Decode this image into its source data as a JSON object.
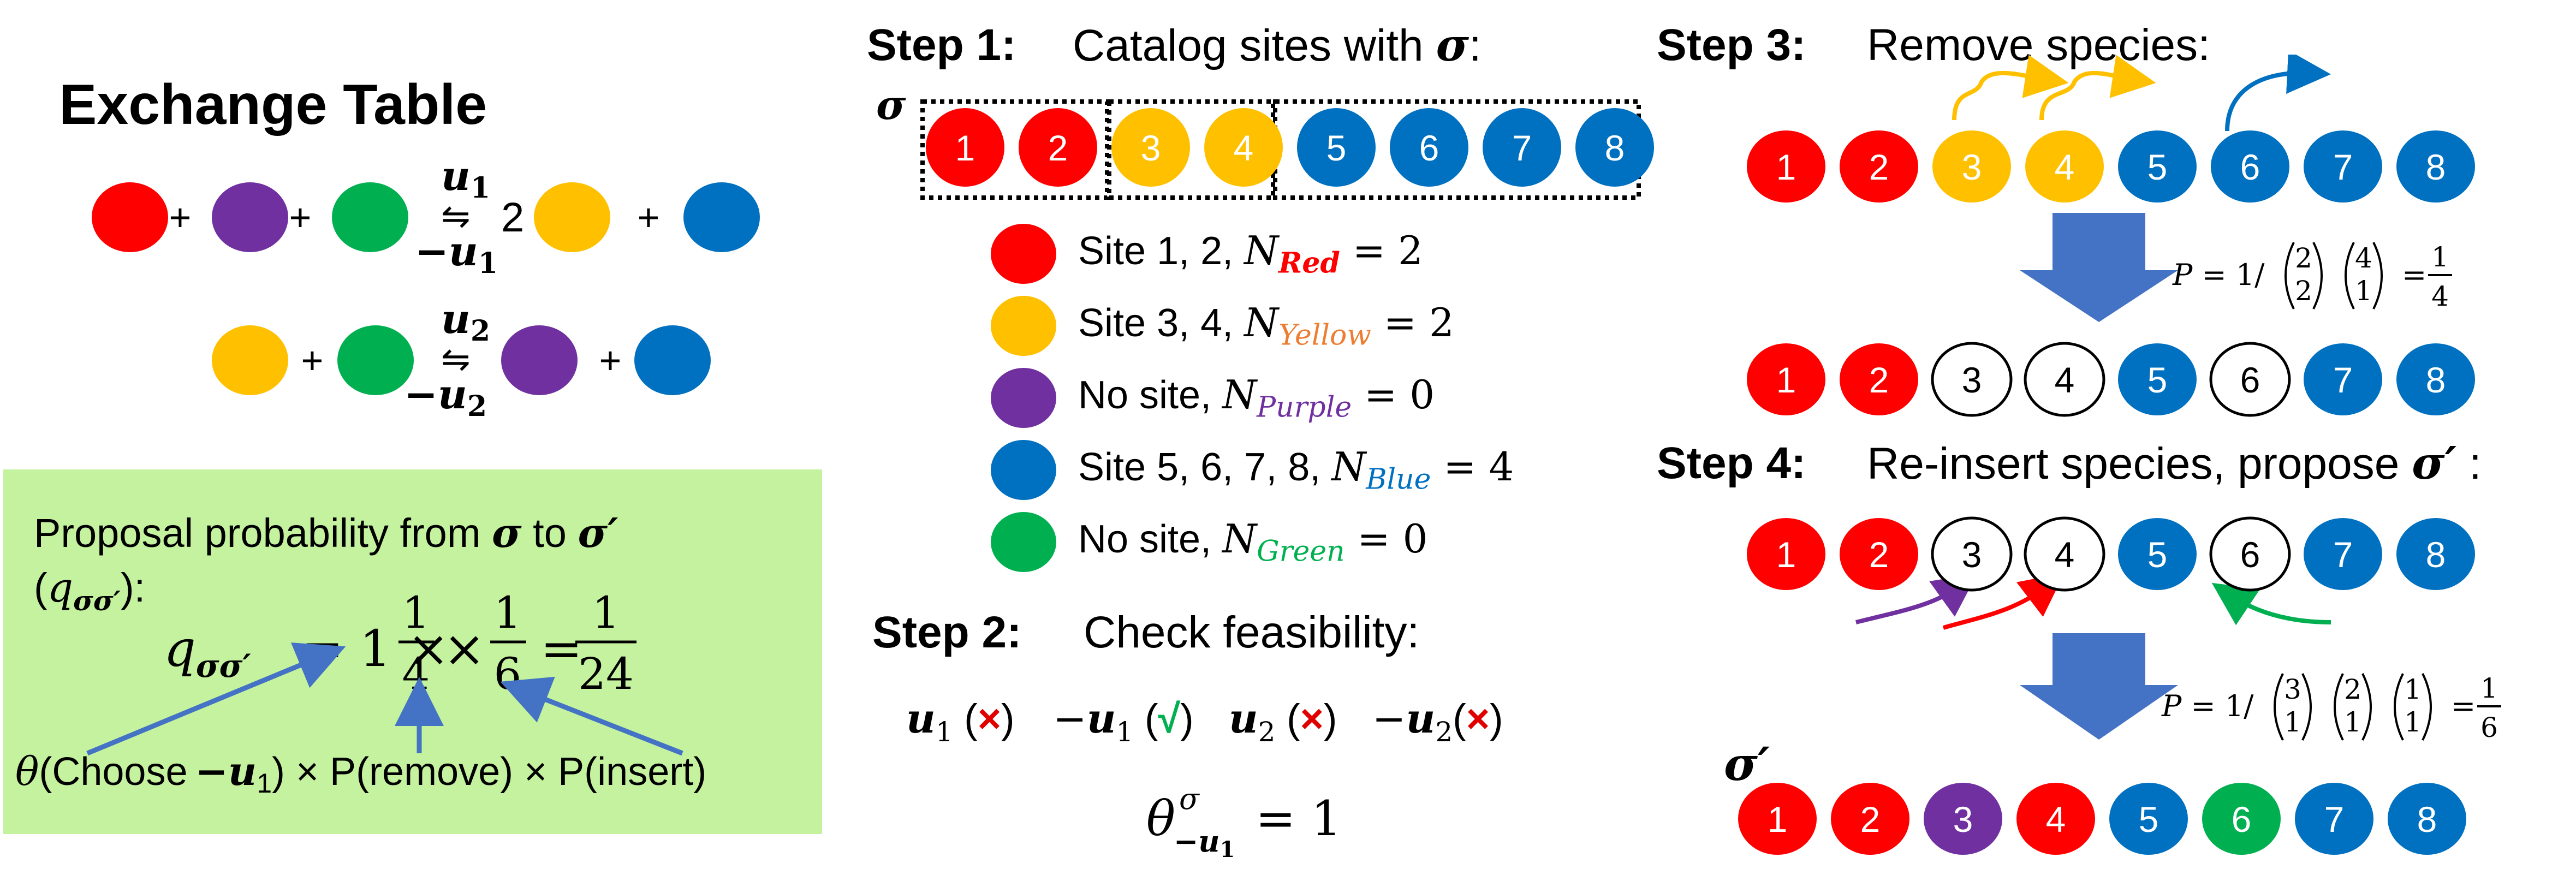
{
  "colors": {
    "red": "#ff0000",
    "purple": "#7030a0",
    "green": "#00b050",
    "yellow": "#ffc000",
    "blue": "#0070c0",
    "panel_green": "#c5f29e",
    "arrow_blue": "#4472c4",
    "check_green": "#00b050",
    "cross_red": "#e00000"
  },
  "exchange": {
    "title": "Exchange Table",
    "plus": "+",
    "coef": "2",
    "rxn1": {
      "fwd": "u",
      "fwd_sub": "1",
      "rev": "−u",
      "rev_sub": "1"
    },
    "rxn2": {
      "fwd": "u",
      "fwd_sub": "2",
      "rev": "−u",
      "rev_sub": "2"
    }
  },
  "proposal": {
    "line1": "Proposal probability from",
    "sigma": "σ",
    "to": "to",
    "sigma_prime": "σ′",
    "q_open": "(",
    "q": "q",
    "q_sub": "σσ′",
    "q_close": "):",
    "eq_lhs": "q",
    "eq_lhs_sub": "σσ′",
    "eq_rhs": "= 1 ×",
    "f1_num": "1",
    "f1_den": "4",
    "times": "×",
    "f2_num": "1",
    "f2_den": "6",
    "equals": "=",
    "f3_num": "1",
    "f3_den": "24",
    "bottom_theta": "θ",
    "bottom_choose": "(Choose",
    "bottom_u": "−u",
    "bottom_u_sub": "1",
    "bottom_rest": ") × P(remove) × P(insert)"
  },
  "step1": {
    "label": "Step 1:",
    "text": "Catalog sites with",
    "sigma": "σ",
    "colon": ":",
    "row_label": "σ",
    "sites": [
      {
        "n": "1",
        "color": "red"
      },
      {
        "n": "2",
        "color": "red"
      },
      {
        "n": "3",
        "color": "yellow"
      },
      {
        "n": "4",
        "color": "yellow"
      },
      {
        "n": "5",
        "color": "blue"
      },
      {
        "n": "6",
        "color": "blue"
      },
      {
        "n": "7",
        "color": "blue"
      },
      {
        "n": "8",
        "color": "blue"
      }
    ]
  },
  "legend": [
    {
      "color": "red",
      "text": "Site 1, 2,",
      "N": "N",
      "sub": "Red",
      "sub_color": "#ff0000",
      "sub_bold": true,
      "value": "= 2"
    },
    {
      "color": "yellow",
      "text": "Site 3, 4,",
      "N": "N",
      "sub": "Yellow",
      "sub_color": "#ed7d31",
      "sub_bold": false,
      "value": "= 2"
    },
    {
      "color": "purple",
      "text": "No site,",
      "N": "N",
      "sub": "Purple",
      "sub_color": "#7030a0",
      "sub_bold": false,
      "value": "= 0"
    },
    {
      "color": "blue",
      "text": "Site 5, 6, 7, 8,",
      "N": "N",
      "sub": "Blue",
      "sub_color": "#0070c0",
      "sub_bold": false,
      "value": "= 4"
    },
    {
      "color": "green",
      "text": "No site,",
      "N": "N",
      "sub": "Green",
      "sub_color": "#00b050",
      "sub_bold": false,
      "value": "= 0"
    }
  ],
  "step2": {
    "label": "Step 2:",
    "text": "Check feasibility:",
    "checks": [
      {
        "u": "u",
        "sub": "1",
        "neg": "",
        "open": " (",
        "mark": "×",
        "mark_color": "cross",
        "close": ")"
      },
      {
        "u": "u",
        "sub": "1",
        "neg": "−",
        "open": " (",
        "mark": "√",
        "mark_color": "check",
        "close": ")"
      },
      {
        "u": "u",
        "sub": "2",
        "neg": "",
        "open": " (",
        "mark": "×",
        "mark_color": "cross",
        "close": ")"
      },
      {
        "u": "u",
        "sub": "2",
        "neg": "−",
        "open": "(",
        "mark": "×",
        "mark_color": "cross",
        "close": ")"
      }
    ],
    "theta": "θ",
    "theta_sup": "σ",
    "theta_sub": "−u",
    "theta_sub2": "1",
    "theta_val": "= 1"
  },
  "step3": {
    "label": "Step 3:",
    "text": "Remove species:",
    "before": [
      {
        "n": "1",
        "color": "red"
      },
      {
        "n": "2",
        "color": "red"
      },
      {
        "n": "3",
        "color": "yellow"
      },
      {
        "n": "4",
        "color": "yellow"
      },
      {
        "n": "5",
        "color": "blue"
      },
      {
        "n": "6",
        "color": "blue"
      },
      {
        "n": "7",
        "color": "blue"
      },
      {
        "n": "8",
        "color": "blue"
      }
    ],
    "after": [
      {
        "n": "1",
        "color": "red"
      },
      {
        "n": "2",
        "color": "red"
      },
      {
        "n": "3",
        "color": "empty"
      },
      {
        "n": "4",
        "color": "empty"
      },
      {
        "n": "5",
        "color": "blue"
      },
      {
        "n": "6",
        "color": "empty"
      },
      {
        "n": "7",
        "color": "blue"
      },
      {
        "n": "8",
        "color": "blue"
      }
    ],
    "prob": {
      "P": "P",
      "eq": "= 1/",
      "b1_top": "2",
      "b1_bot": "2",
      "b2_top": "4",
      "b2_bot": "1",
      "eq2": "=",
      "res_num": "1",
      "res_den": "4"
    }
  },
  "step4": {
    "label": "Step 4:",
    "text": "Re-insert species, propose",
    "sigma_prime": "σ′",
    "colon": " :",
    "row": [
      {
        "n": "1",
        "color": "red"
      },
      {
        "n": "2",
        "color": "red"
      },
      {
        "n": "3",
        "color": "empty"
      },
      {
        "n": "4",
        "color": "empty"
      },
      {
        "n": "5",
        "color": "blue"
      },
      {
        "n": "6",
        "color": "empty"
      },
      {
        "n": "7",
        "color": "blue"
      },
      {
        "n": "8",
        "color": "blue"
      }
    ],
    "prob": {
      "P": "P",
      "eq": "= 1/",
      "b1_top": "3",
      "b1_bot": "1",
      "b2_top": "2",
      "b2_bot": "1",
      "b3_top": "1",
      "b3_bot": "1",
      "eq2": "=",
      "res_num": "1",
      "res_den": "6"
    },
    "final_label": "σ′",
    "final": [
      {
        "n": "1",
        "color": "red"
      },
      {
        "n": "2",
        "color": "red"
      },
      {
        "n": "3",
        "color": "purple"
      },
      {
        "n": "4",
        "color": "red"
      },
      {
        "n": "5",
        "color": "blue"
      },
      {
        "n": "6",
        "color": "green"
      },
      {
        "n": "7",
        "color": "blue"
      },
      {
        "n": "8",
        "color": "blue"
      }
    ]
  }
}
